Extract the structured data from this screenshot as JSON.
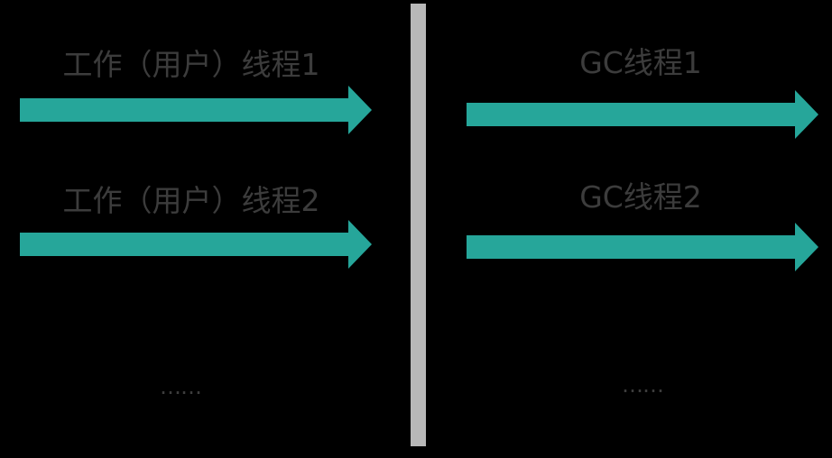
{
  "colors": {
    "background": "#000000",
    "arrow": "#26a69a",
    "text": "#3c3c3c",
    "divider": "#b8b8b8"
  },
  "left": {
    "threads": [
      {
        "label": "工作（用户）线程1"
      },
      {
        "label": "工作（用户）线程2"
      }
    ],
    "ellipsis": "……"
  },
  "right": {
    "threads": [
      {
        "label": "GC线程1"
      },
      {
        "label": "GC线程2"
      }
    ],
    "ellipsis": "……"
  }
}
